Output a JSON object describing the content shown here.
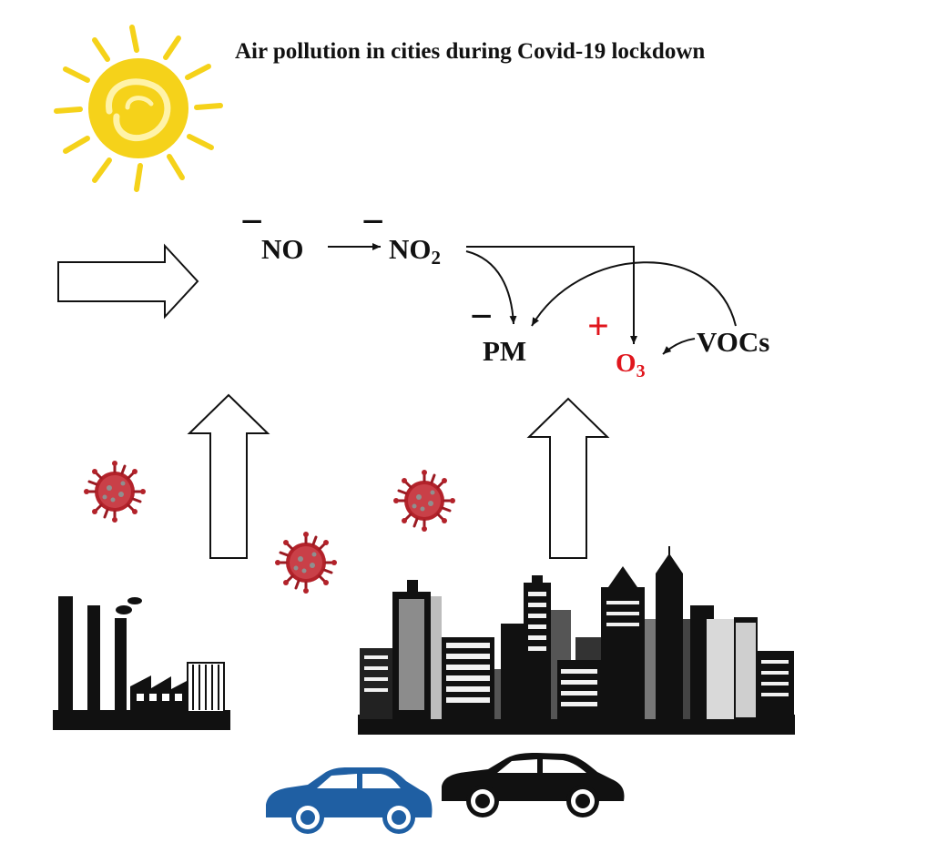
{
  "title": "Air pollution in cities during Covid-19 lockdown",
  "species": {
    "no": {
      "text": "NO",
      "sign": "−"
    },
    "no2": {
      "text": "NO",
      "subscript": "2",
      "sign": "−"
    },
    "pm": {
      "text": "PM",
      "sign": "−"
    },
    "o3": {
      "text": "O",
      "subscript": "3",
      "sign": "+"
    },
    "vocs": {
      "text": "VOCs"
    }
  },
  "colors": {
    "text": "#111111",
    "increase": "#e0161d",
    "sun_fill": "#f5d21a",
    "sun_outline": "#e8c400",
    "virus": "#b3222a",
    "blue_car": "#1f5fa3",
    "black_car": "#111111"
  },
  "icons": [
    "sun-icon",
    "virus-icon",
    "factory-icon",
    "city-skyline-icon",
    "blue-car-icon",
    "black-car-icon"
  ]
}
